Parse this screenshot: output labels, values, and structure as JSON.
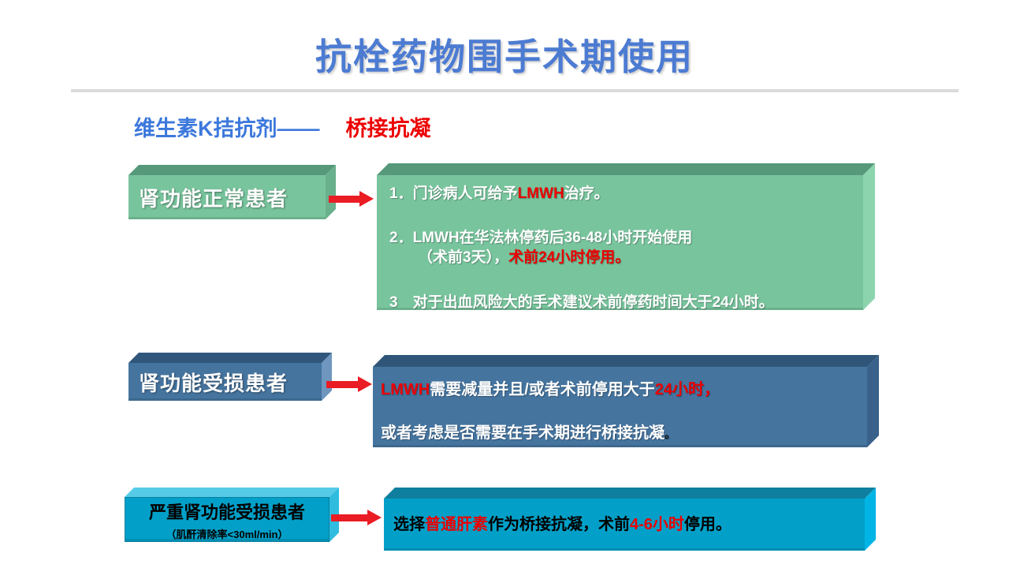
{
  "title": {
    "text": "抗栓药物围手术期使用"
  },
  "subtitle": {
    "left": "维生素K拮抗剂——",
    "right": "桥接抗凝"
  },
  "colors": {
    "title_blue": "#4C7BD2",
    "subtitle_blue": "#3C78DC",
    "highlight_red": "#EC0000",
    "arrow_red": "#EA1C24",
    "green_face": "#78C49D",
    "blue_face": "#45749F",
    "cyan_face": "#02A0C8",
    "divider_gray": "#DBDBDB"
  },
  "rows": [
    {
      "label": {
        "title": "肾功能正常患者"
      },
      "content": {
        "l1": {
          "s0": "1．门诊病人可给予",
          "s1": "LMWH",
          "s2": "治疗。"
        },
        "l2a": "2．LMWH在华法林停药后36-48小时开始使用",
        "l2b": {
          "s0": "（术前3天），",
          "s1": "术前24小时停用。"
        },
        "l3": "3　对于出血风险大的手术建议术前停药时间大于24小时。"
      }
    },
    {
      "label": {
        "title": "肾功能受损患者"
      },
      "content": {
        "l1": {
          "s0": "LMWH",
          "s1": "需要减量并且/或者术前停用大于",
          "s2": "24小时，"
        },
        "l2": {
          "s0": "或者考虑是否需要在手术期进行桥接抗凝",
          "s1": "。"
        }
      }
    },
    {
      "label": {
        "title": "严重肾功能受损患者",
        "subtitle": "（肌酐清除率<30ml/min）"
      },
      "content": {
        "l1": {
          "s0": "选择",
          "s1": "普通肝素",
          "s2": "作为桥接抗凝，术前",
          "s3": "4-6小时",
          "s4": "停用。"
        }
      }
    }
  ]
}
